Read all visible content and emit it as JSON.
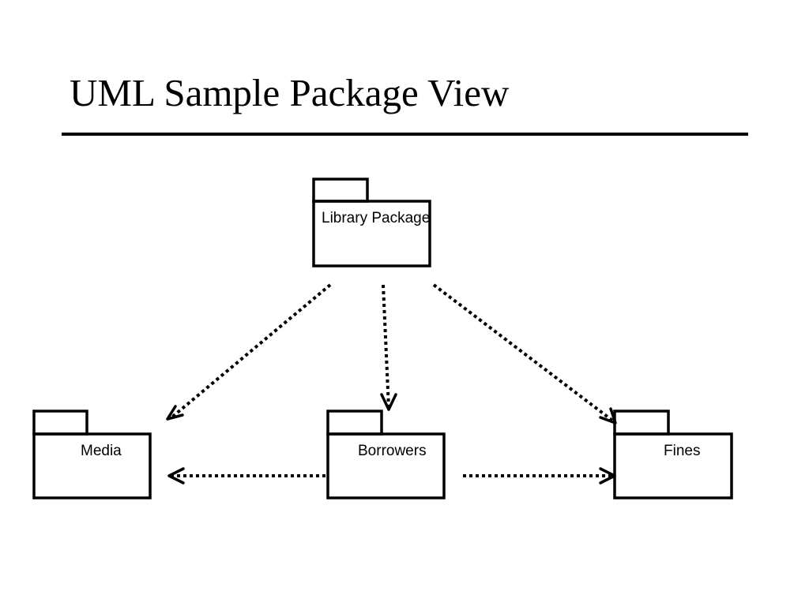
{
  "title": "UML Sample Package View",
  "diagram": {
    "packages": {
      "library": "Library Package",
      "media": "Media",
      "borrowers": "Borrowers",
      "fines": "Fines"
    }
  }
}
